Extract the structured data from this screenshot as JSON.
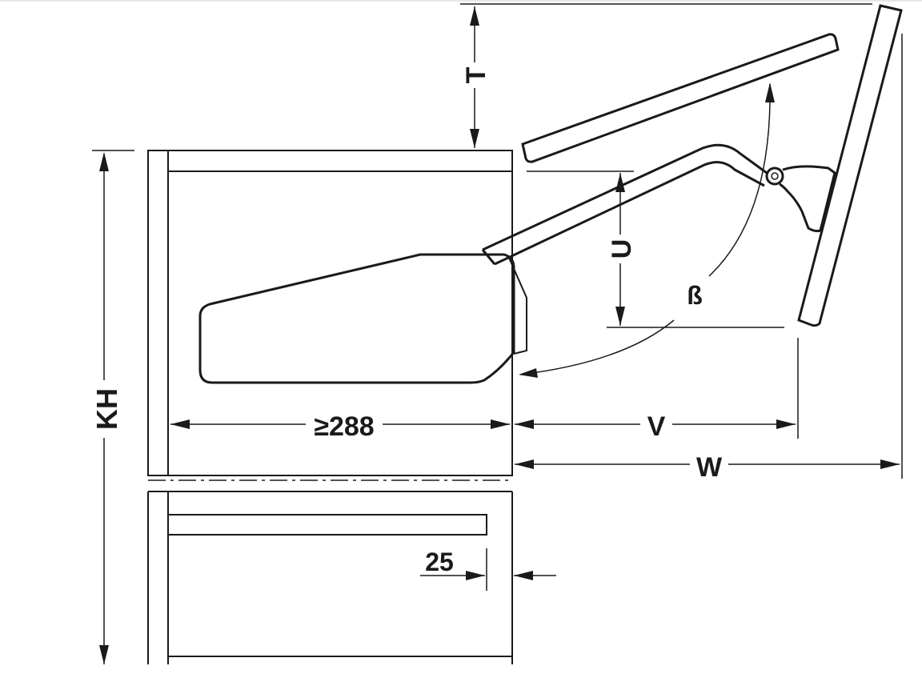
{
  "labels": {
    "t": "T",
    "u": "U",
    "beta": "ß",
    "kh": "KH",
    "depth": "≥288",
    "v": "V",
    "w": "W",
    "inset": "25"
  }
}
